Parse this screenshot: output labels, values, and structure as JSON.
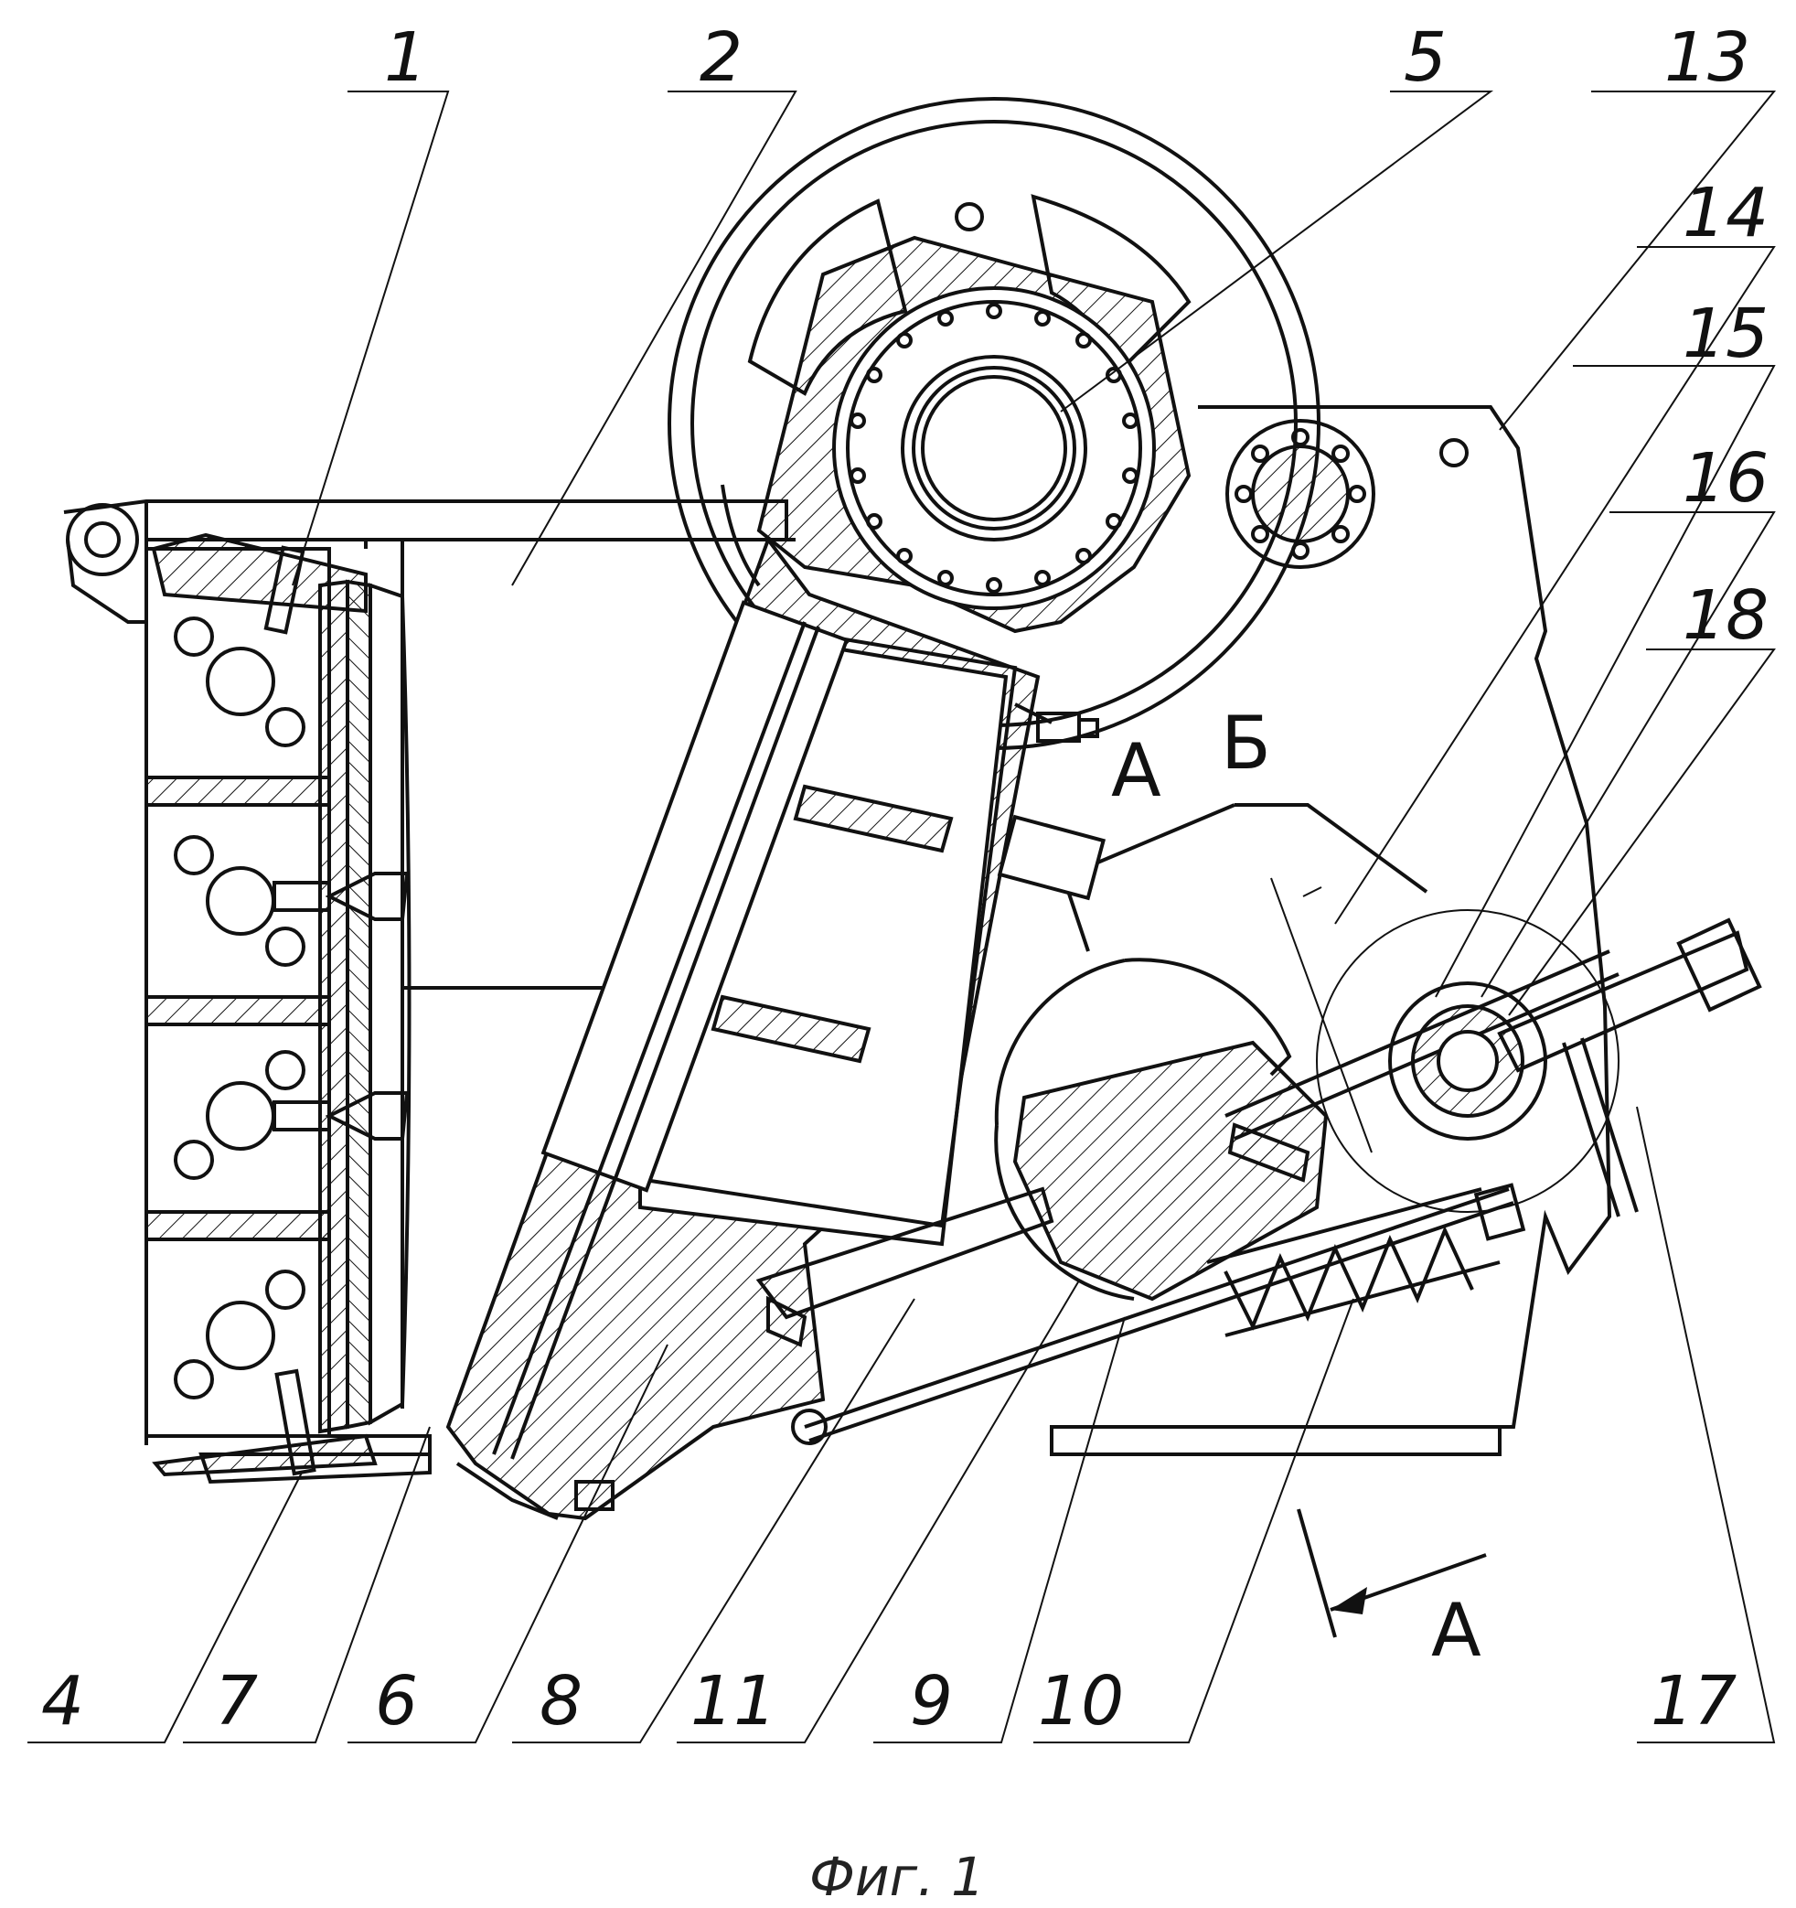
{
  "drawing": {
    "labels_top": [
      "1",
      "2",
      "5",
      "13",
      "14",
      "15",
      "16",
      "18"
    ],
    "labels_bottom": [
      "4",
      "7",
      "6",
      "8",
      "11",
      "9",
      "10",
      "17"
    ],
    "section_marks": {
      "a_upper": "А",
      "a_lower": "А",
      "b": "Б"
    },
    "caption": "Фиг. 1",
    "colors": {
      "ink": "#111111",
      "paper": "#ffffff"
    }
  }
}
